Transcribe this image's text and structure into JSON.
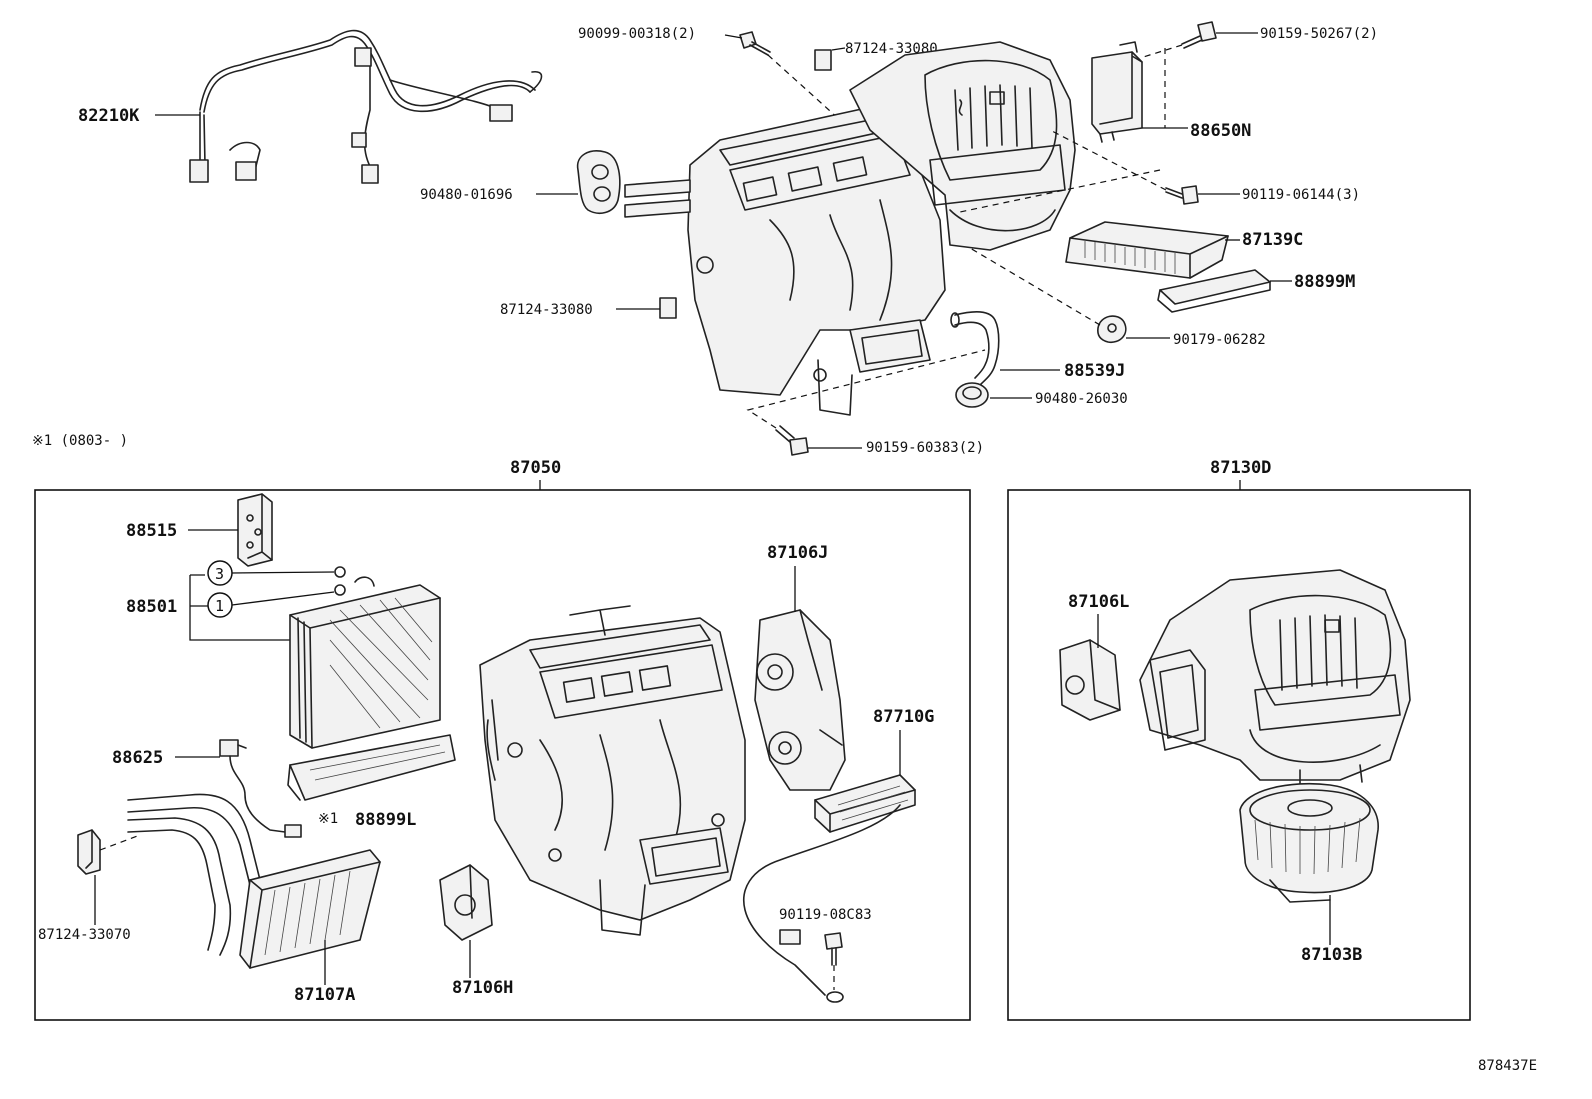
{
  "diagram_code": "878437E",
  "footnote": "※1 (0803-       )",
  "assemblies": {
    "main_unit": "87050",
    "blower_unit": "87130D"
  },
  "labels": {
    "wire_harness": "82210K",
    "screw_top": "90099-00318(2)",
    "foam_pad_top": "87124-33080",
    "screw_top_right": "90159-50267(2)",
    "amplifier": "88650N",
    "grommet": "90480-01696",
    "screw_right": "90119-06144(3)",
    "filter": "87139C",
    "filter_cover": "88899M",
    "foam_pad_left": "87124-33080",
    "clip": "90179-06282",
    "drain_hose": "88539J",
    "drain_grommet": "90480-26030",
    "screw_bottom": "90159-60383(2)",
    "expansion_valve": "88515",
    "o_ring_3": "3",
    "o_ring_1": "1",
    "evaporator": "88501",
    "thermistor": "88625",
    "evap_cover_mark": "※1",
    "evap_cover": "88899L",
    "heater_pad": "87124-33070",
    "heater_core": "87107A",
    "servo_h": "87106H",
    "servo_j": "87106J",
    "ptc_heater": "87710G",
    "screw_ptc": "90119-08C83",
    "servo_l": "87106L",
    "blower_motor": "87103B"
  }
}
